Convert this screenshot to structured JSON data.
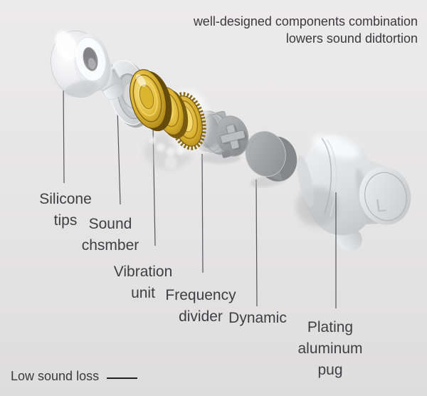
{
  "header": {
    "line1": "well-designed components combination",
    "line2": "lowers sound didtortion"
  },
  "labels": [
    {
      "id": "silicone-tips",
      "lines": [
        "Silicone",
        "tips"
      ]
    },
    {
      "id": "sound-chamber",
      "lines": [
        "Sound",
        "chsmber"
      ]
    },
    {
      "id": "vibration-unit",
      "lines": [
        "Vibration",
        "unit"
      ]
    },
    {
      "id": "frequency-divider",
      "lines": [
        "Frequency",
        "divider"
      ]
    },
    {
      "id": "dynamic",
      "lines": [
        "Dynamic"
      ]
    },
    {
      "id": "plating-aluminum-plug",
      "lines": [
        "Plating",
        "aluminum",
        "pug"
      ]
    }
  ],
  "footer": {
    "note": "Low sound loss"
  },
  "housing_mark": "L",
  "colors": {
    "background_top": "#ecebeb",
    "background_bottom": "#dedddd",
    "text": "#3f3f41",
    "leader_line": "#55555a",
    "gold": "#c9a227",
    "gold_dark": "#8a6a14",
    "metal_light": "#e8e9ea",
    "metal_mid": "#b9bbbd",
    "metal_dark": "#8e9092"
  }
}
